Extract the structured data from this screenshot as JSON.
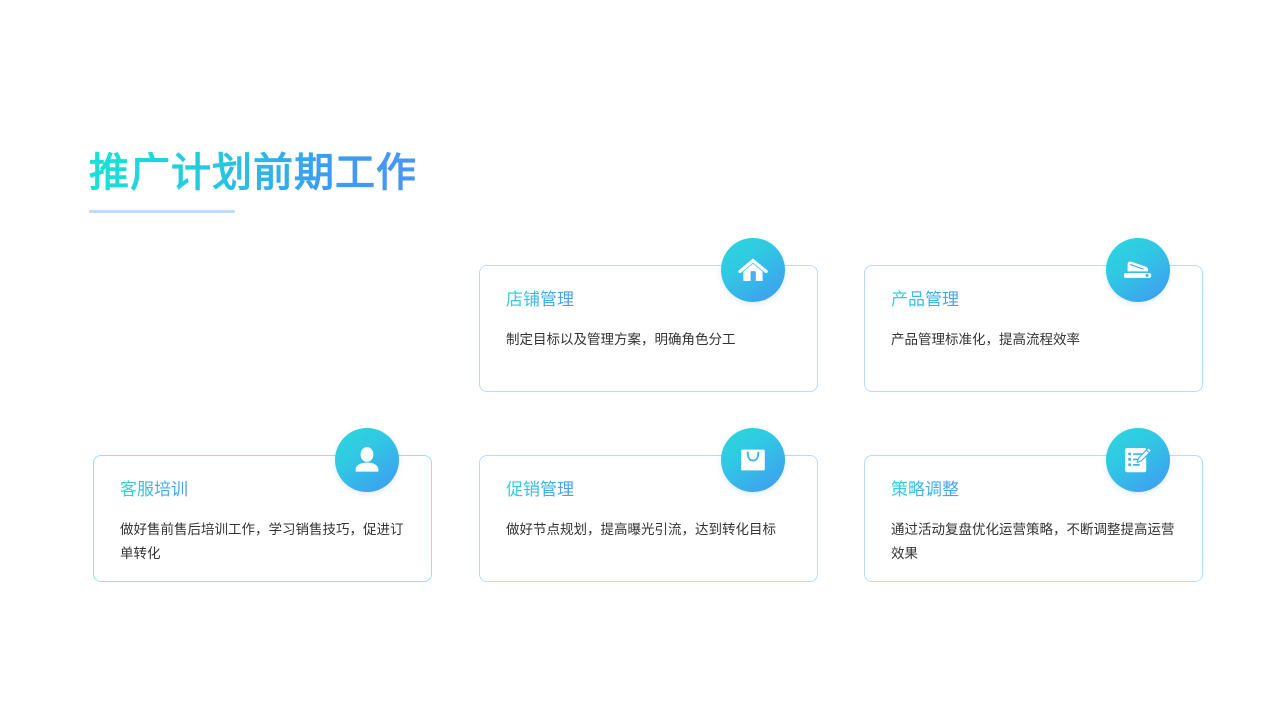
{
  "slide": {
    "title": "推广计划前期工作",
    "background_color": "#ffffff",
    "title_gradient_from": "#17e3d6",
    "title_gradient_to": "#4b95f5",
    "underline_color": "#bcdcfb"
  },
  "cards": [
    {
      "id": "shop",
      "title": "店铺管理",
      "body": "制定目标以及管理方案，明确角色分工",
      "icon": "home-icon",
      "icon_gradient_from": "#2ad9da",
      "icon_gradient_to": "#4098f2",
      "border_color": "#b7dcfa"
    },
    {
      "id": "product",
      "title": "产品管理",
      "body": "产品管理标准化，提高流程效率",
      "icon": "stapler-icon",
      "icon_gradient_from": "#2ad9da",
      "icon_gradient_to": "#4098f2",
      "border_color": "#b7dcfa"
    },
    {
      "id": "service",
      "title": "客服培训",
      "body": "做好售前售后培训工作，学习销售技巧，促进订单转化",
      "icon": "person-icon",
      "icon_gradient_from": "#2ad9da",
      "icon_gradient_to": "#4098f2",
      "border_color": "#8fe6ee"
    },
    {
      "id": "promotion",
      "title": "促销管理",
      "body": "做好节点规划，提高曝光引流，达到转化目标",
      "icon": "shopping-bag-icon",
      "icon_gradient_from": "#2ad9da",
      "icon_gradient_to": "#4098f2",
      "border_color": "#b7dcfa"
    },
    {
      "id": "strategy",
      "title": "策略调整",
      "body": "通过活动复盘优化运营策略，不断调整提高运营效果",
      "icon": "checklist-edit-icon",
      "icon_gradient_from": "#2ad9da",
      "icon_gradient_to": "#4098f2",
      "border_color": "#b7dcfa"
    }
  ]
}
